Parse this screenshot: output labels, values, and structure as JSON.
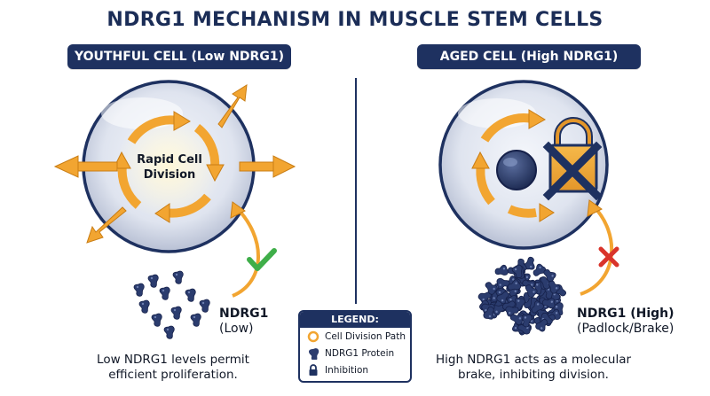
{
  "title": "NDRG1 MECHANISM IN MUSCLE STEM CELLS",
  "left_panel": {
    "header": "YOUTHFUL CELL (Low NDRG1)",
    "center_label_line1": "Rapid Cell",
    "center_label_line2": "Division",
    "protein_label": "NDRG1",
    "protein_sublabel": "(Low)",
    "caption_line1": "Low NDRG1 levels permit",
    "caption_line2": "efficient proliferation."
  },
  "right_panel": {
    "header": "AGED CELL (High NDRG1)",
    "protein_label": "NDRG1 (High)",
    "protein_sublabel": "(Padlock/Brake)",
    "caption_line1": "High NDRG1 acts as a molecular",
    "caption_line2": "brake, inhibiting division."
  },
  "legend": {
    "title": "LEGEND:",
    "items": [
      {
        "label": "Cell Division Path",
        "icon": "ring-icon"
      },
      {
        "label": "NDRG1 Protein",
        "icon": "protein-icon"
      },
      {
        "label": "Inhibition",
        "icon": "lock-icon"
      }
    ]
  },
  "colors": {
    "navy": "#1e3160",
    "arrow_orange": "#f2a531",
    "check_green": "#3fae49",
    "cross_red": "#d9342b",
    "protein": "#2b3c6e"
  }
}
